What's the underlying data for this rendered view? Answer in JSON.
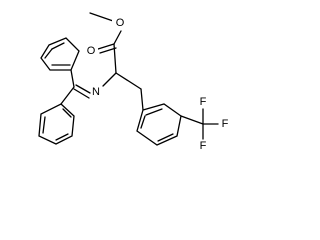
{
  "molecule": {
    "atom_labels": {
      "ester_oxygen": "O",
      "carbonyl_oxygen": "O",
      "imine_nitrogen": "N",
      "fluorine_a": "F",
      "fluorine_b": "F",
      "fluorine_c": "F"
    }
  }
}
